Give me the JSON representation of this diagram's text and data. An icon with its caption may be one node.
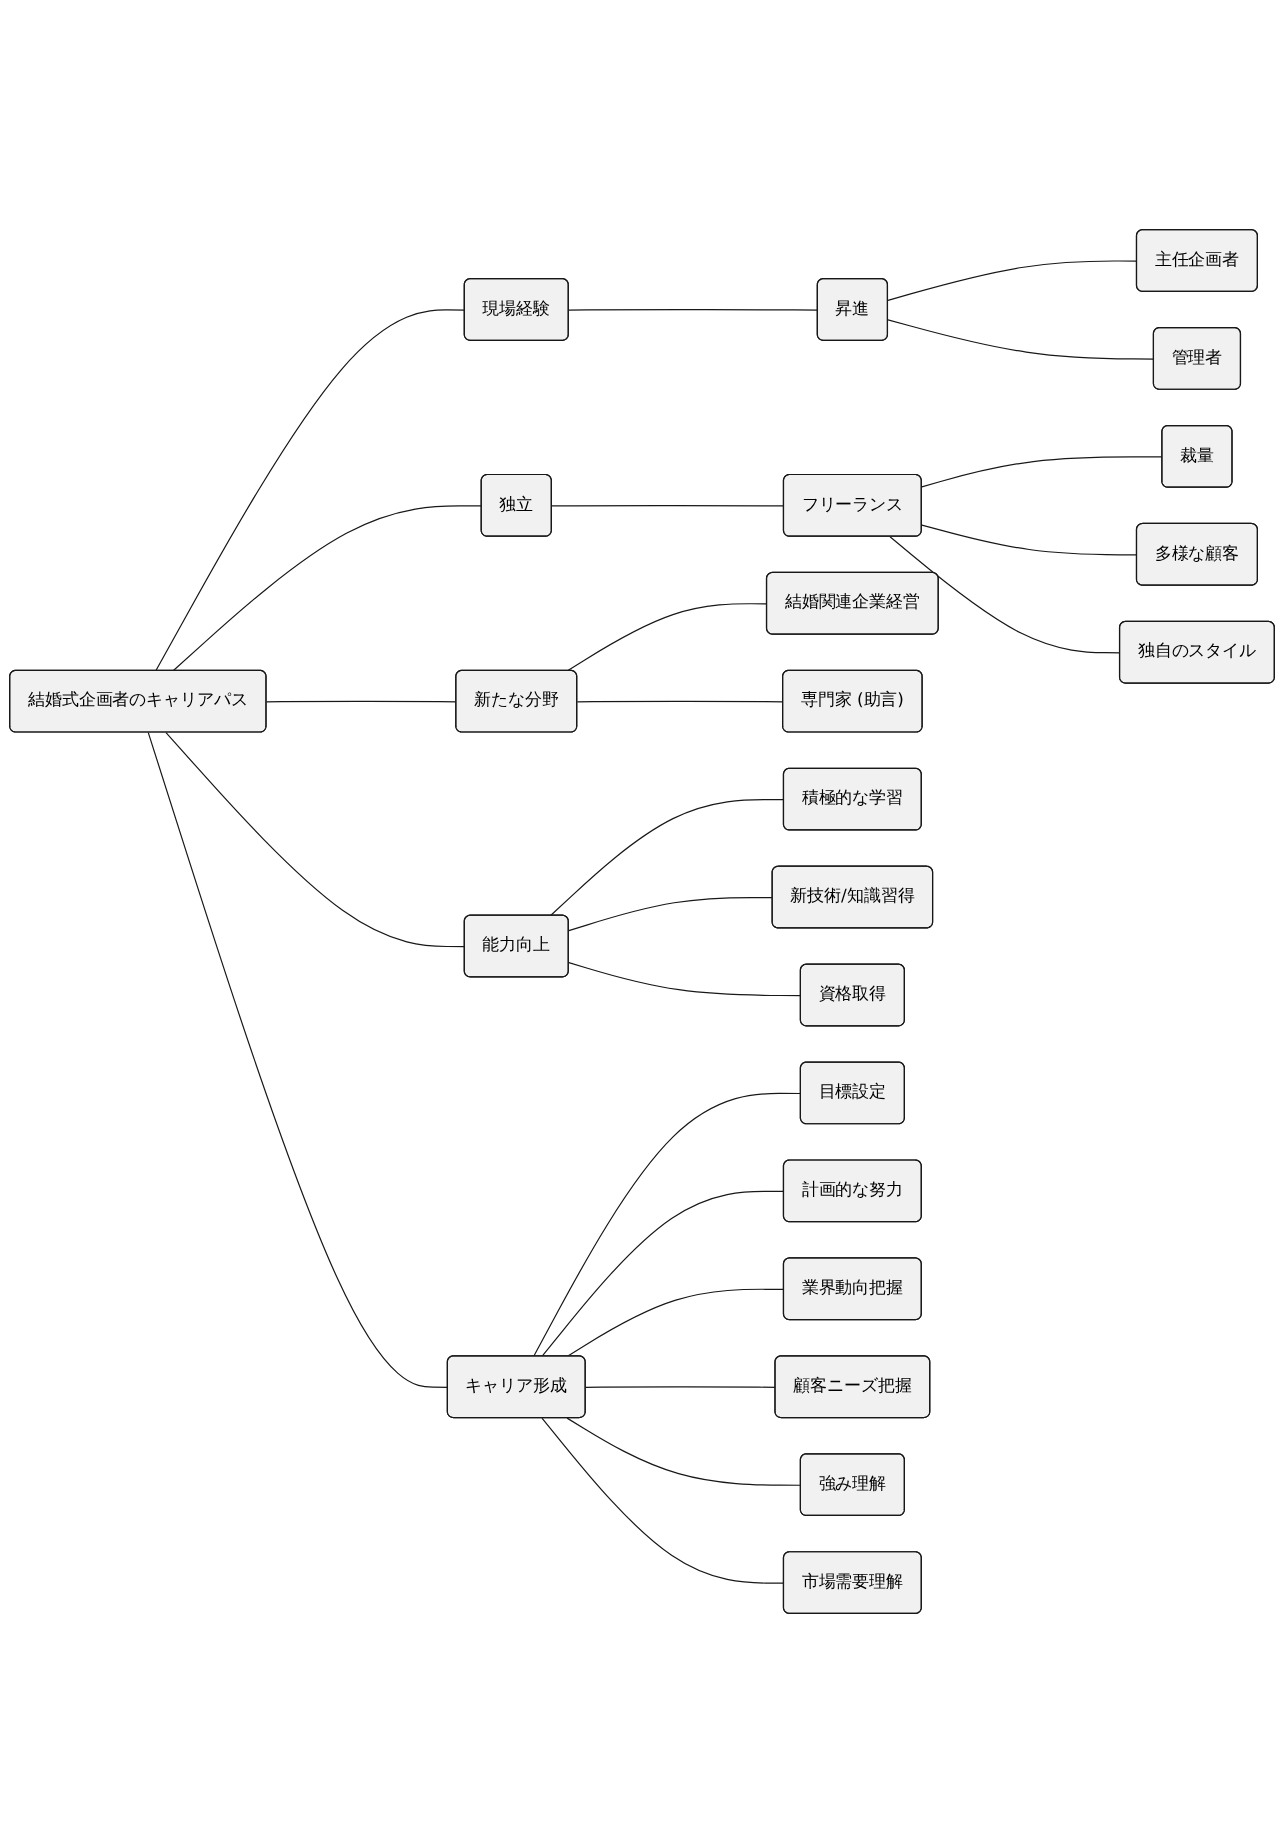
{
  "diagram": {
    "nodes": [
      {
        "text": [
          "結婚式企画者のキャリアパス"
        ]
      },
      {
        "text": [
          "現場経験"
        ]
      },
      {
        "text": [
          "昇進"
        ]
      },
      {
        "text": [
          "主任企画者"
        ]
      },
      {
        "text": [
          "管理者"
        ]
      },
      {
        "text": [
          "独立"
        ]
      },
      {
        "text": [
          "フリーランス"
        ]
      },
      {
        "text": [
          "裁量"
        ]
      },
      {
        "text": [
          "多様な顧客"
        ]
      },
      {
        "text": [
          "独自のスタイル"
        ]
      },
      {
        "text": [
          "新たな分野"
        ]
      },
      {
        "text": [
          "結婚関連企業経営"
        ]
      },
      {
        "text": [
          "専門家 (助言)"
        ]
      },
      {
        "text": [
          "能力向上"
        ]
      },
      {
        "text": [
          "積極的な学習"
        ]
      },
      {
        "text": [
          "新技術/知識習得"
        ]
      },
      {
        "text": [
          "資格取得"
        ]
      },
      {
        "text": [
          "キャリア形成"
        ]
      },
      {
        "text": [
          "目標設定"
        ]
      },
      {
        "text": [
          "計画的な努力"
        ]
      },
      {
        "text": [
          "業界動向把握"
        ]
      },
      {
        "text": [
          "顧客ニーズ把握"
        ]
      },
      {
        "text": [
          "強み理解"
        ]
      },
      {
        "text": [
          "市場需要理解"
        ]
      }
    ],
    "edges": [
      {
        "from": 0,
        "to": 1,
        "arrow": "none"
      },
      {
        "from": 1,
        "to": 2,
        "arrow": "none"
      },
      {
        "from": 2,
        "to": 3,
        "arrow": "none"
      },
      {
        "from": 2,
        "to": 4,
        "arrow": "none"
      },
      {
        "from": 0,
        "to": 5,
        "arrow": "none"
      },
      {
        "from": 5,
        "to": 6,
        "arrow": "none"
      },
      {
        "from": 6,
        "to": 7,
        "arrow": "none"
      },
      {
        "from": 6,
        "to": 8,
        "arrow": "none"
      },
      {
        "from": 6,
        "to": 9,
        "arrow": "none"
      },
      {
        "from": 0,
        "to": 10,
        "arrow": "none"
      },
      {
        "from": 10,
        "to": 11,
        "arrow": "none"
      },
      {
        "from": 10,
        "to": 12,
        "arrow": "none"
      },
      {
        "from": 0,
        "to": 13,
        "arrow": "none"
      },
      {
        "from": 13,
        "to": 14,
        "arrow": "none"
      },
      {
        "from": 13,
        "to": 15,
        "arrow": "none"
      },
      {
        "from": 13,
        "to": 16,
        "arrow": "none"
      },
      {
        "from": 0,
        "to": 17,
        "arrow": "none"
      },
      {
        "from": 17,
        "to": 18,
        "arrow": "none"
      },
      {
        "from": 17,
        "to": 19,
        "arrow": "none"
      },
      {
        "from": 17,
        "to": 20,
        "arrow": "none"
      },
      {
        "from": 17,
        "to": 21,
        "arrow": "none"
      },
      {
        "from": 17,
        "to": 22,
        "arrow": "none"
      },
      {
        "from": 17,
        "to": 23,
        "arrow": "none"
      }
    ]
  }
}
